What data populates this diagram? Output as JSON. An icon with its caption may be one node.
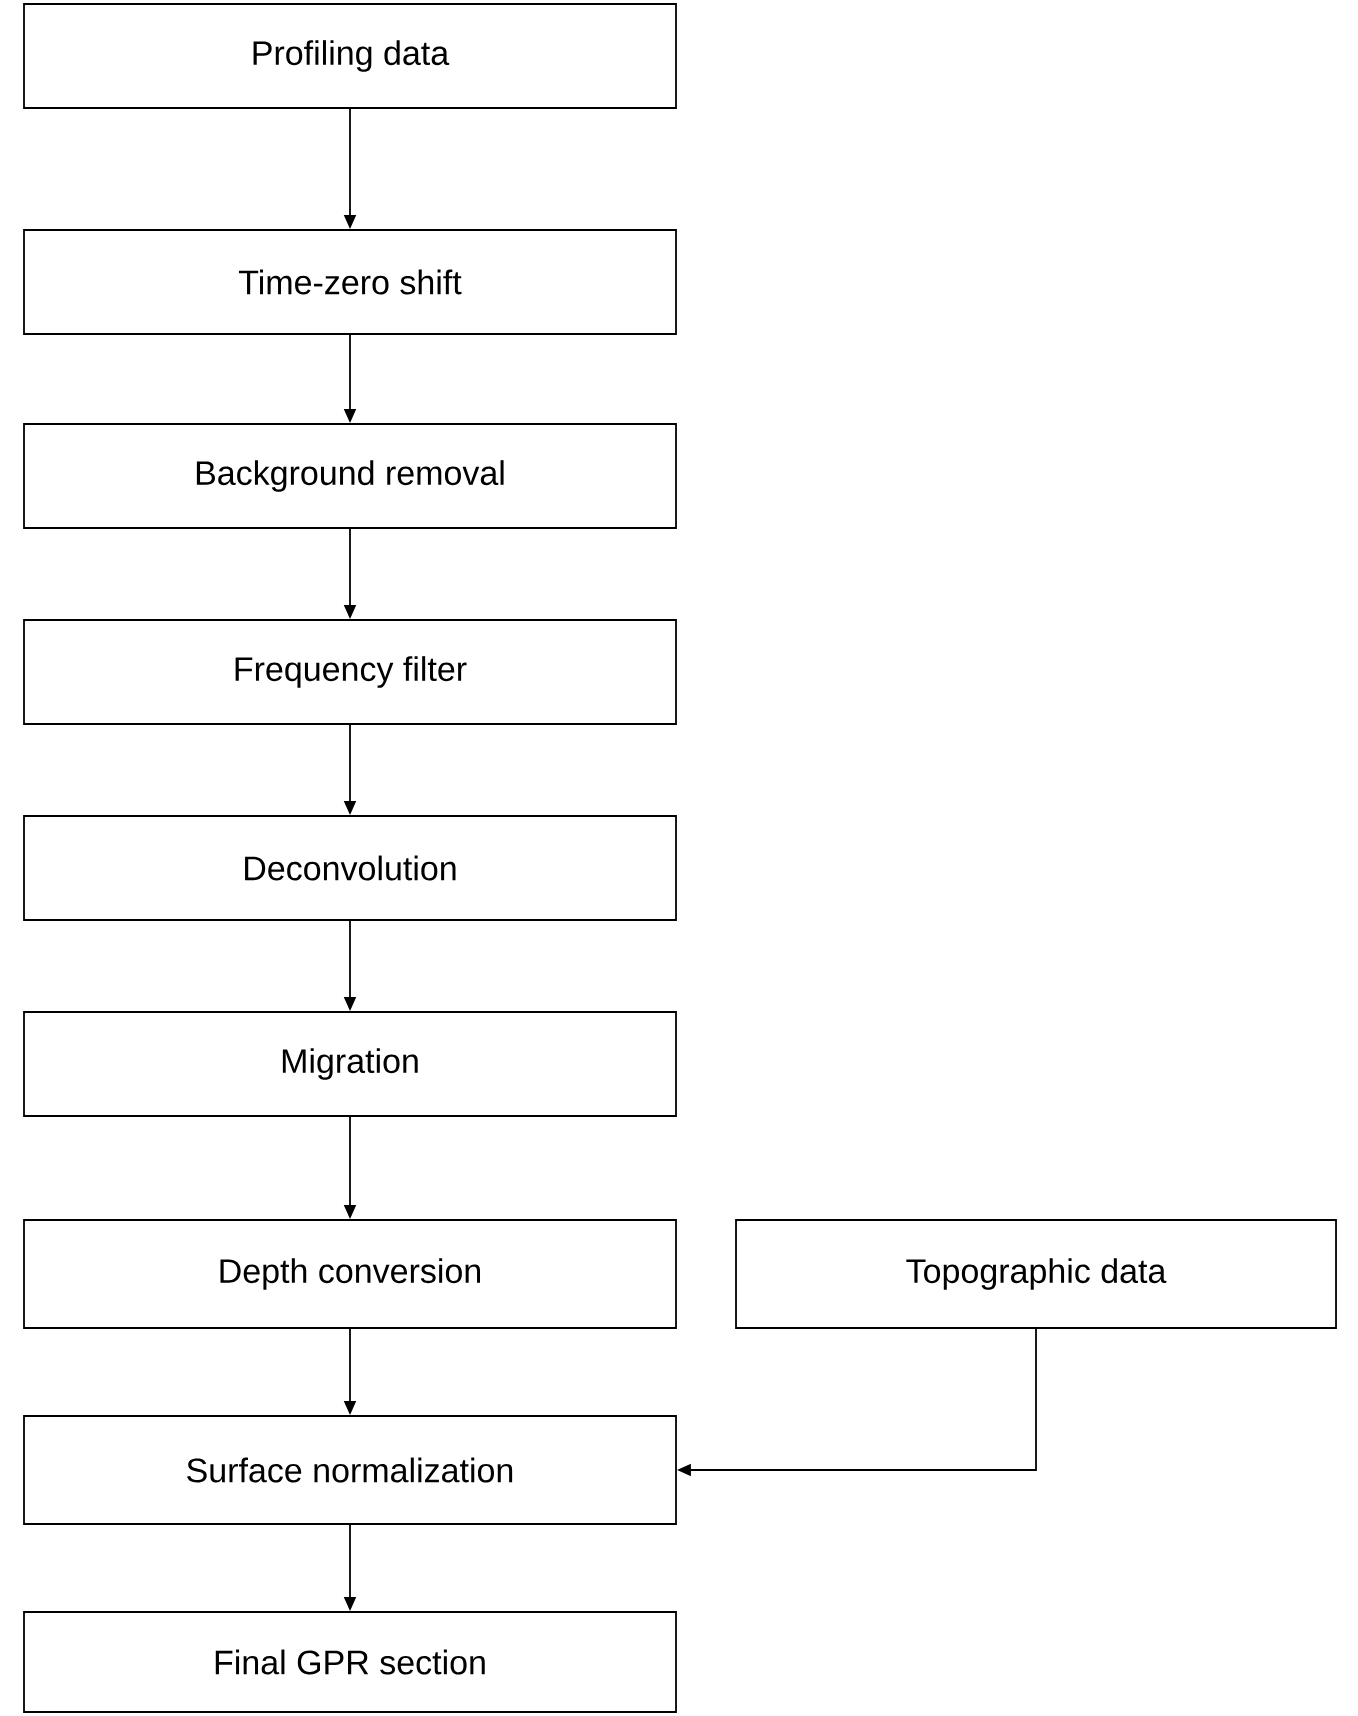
{
  "diagram": {
    "nodes": [
      {
        "text": [
          "Profiling data"
        ]
      },
      {
        "text": [
          "Time-zero shift"
        ]
      },
      {
        "text": [
          "Background removal"
        ]
      },
      {
        "text": [
          "Frequency filter"
        ]
      },
      {
        "text": [
          "Deconvolution"
        ]
      },
      {
        "text": [
          "Migration"
        ]
      },
      {
        "text": [
          "Depth conversion"
        ]
      },
      {
        "text": [
          "Topographic data"
        ]
      },
      {
        "text": [
          "Surface normalization"
        ]
      },
      {
        "text": [
          "Final GPR section"
        ]
      }
    ],
    "edges": [
      {
        "from": 0,
        "to": 1,
        "arrow": "to"
      },
      {
        "from": 1,
        "to": 2,
        "arrow": "to"
      },
      {
        "from": 2,
        "to": 3,
        "arrow": "to"
      },
      {
        "from": 3,
        "to": 4,
        "arrow": "to"
      },
      {
        "from": 4,
        "to": 5,
        "arrow": "to"
      },
      {
        "from": 5,
        "to": 6,
        "arrow": "to"
      },
      {
        "from": 6,
        "to": 8,
        "arrow": "to"
      },
      {
        "from": 7,
        "to": 8,
        "arrow": "to"
      },
      {
        "from": 8,
        "to": 9,
        "arrow": "to"
      }
    ]
  }
}
